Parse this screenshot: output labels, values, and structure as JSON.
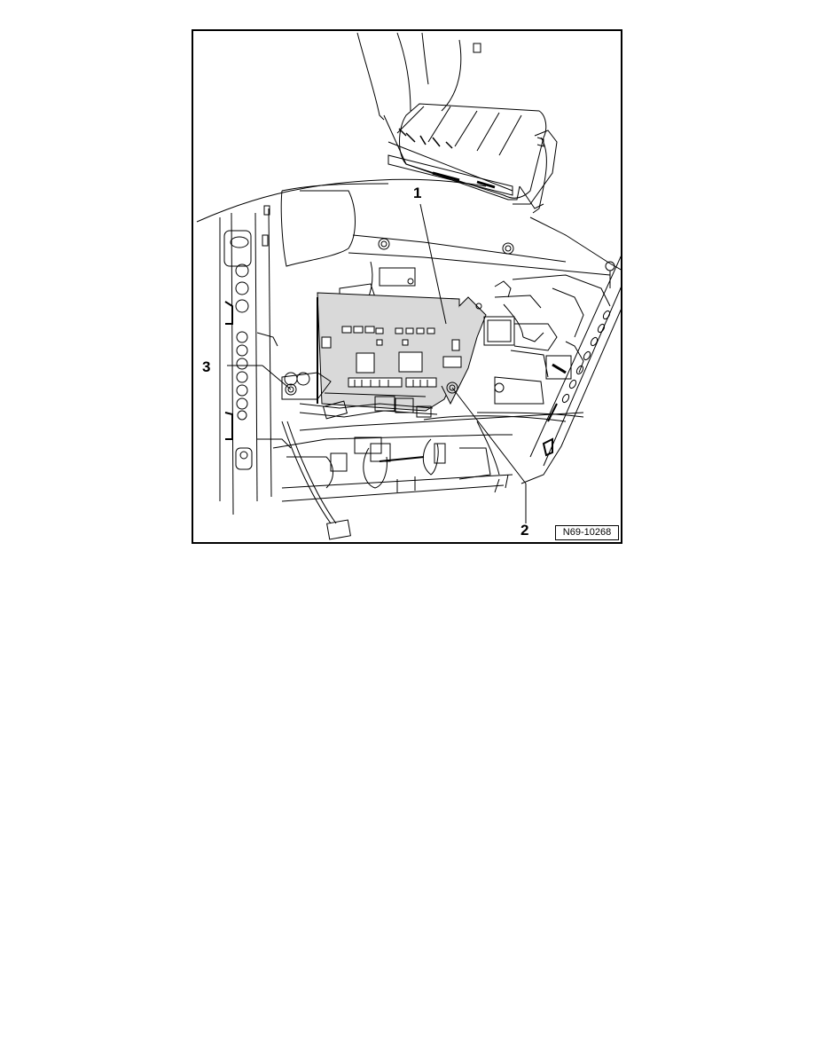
{
  "figure": {
    "reference_id": "N69-10268",
    "callouts": [
      {
        "label": "1"
      },
      {
        "label": "2"
      },
      {
        "label": "3"
      }
    ],
    "colors": {
      "line": "#000000",
      "component_fill": "#d9d9d9",
      "background": "#ffffff"
    }
  }
}
